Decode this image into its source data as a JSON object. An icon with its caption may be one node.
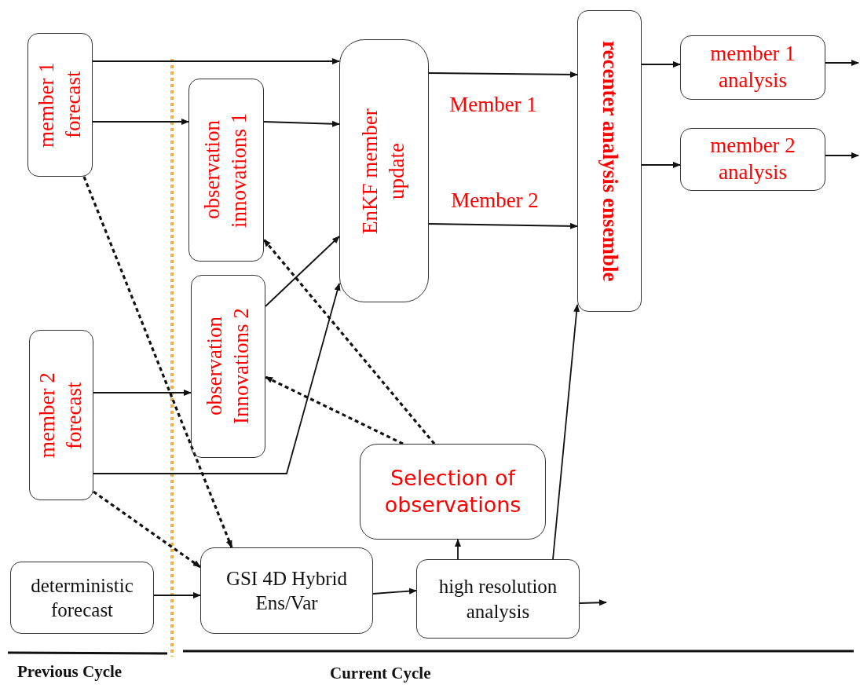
{
  "diagram": {
    "nodes": [
      {
        "text": [
          "member 1 forecast"
        ]
      },
      {
        "text": [
          "observation innovations 1"
        ]
      },
      {
        "text": [
          "EnKF member update"
        ]
      },
      {
        "text": [
          "recenter analysis ensemble"
        ]
      },
      {
        "text": [
          "member 1 analysis"
        ]
      },
      {
        "text": [
          "member 2 analysis"
        ]
      },
      {
        "text": [
          "member 2 forecast"
        ]
      },
      {
        "text": [
          "observation Innovations 2"
        ]
      },
      {
        "text": [
          "Selection of observations"
        ]
      },
      {
        "text": [
          "deterministic forecast"
        ]
      },
      {
        "text": [
          "GSI 4D Hybrid Ens/Var"
        ]
      },
      {
        "text": [
          "high resolution analysis"
        ]
      }
    ],
    "edges": [
      {
        "from": 0,
        "to": 2,
        "arrow": "to"
      },
      {
        "from": 0,
        "to": 1,
        "arrow": "to"
      },
      {
        "from": 1,
        "to": 2,
        "arrow": "to"
      },
      {
        "from": 7,
        "to": 2,
        "arrow": "to"
      },
      {
        "from": 6,
        "to": 2,
        "arrow": "to"
      },
      {
        "from": 6,
        "to": 7,
        "arrow": "to"
      },
      {
        "from": 2,
        "to": 3,
        "arrow": "to",
        "label": "Member 1"
      },
      {
        "from": 2,
        "to": 3,
        "arrow": "to",
        "label": "Member 2"
      },
      {
        "from": 3,
        "to": 4,
        "arrow": "to"
      },
      {
        "from": 3,
        "to": 5,
        "arrow": "to"
      },
      {
        "from": 4,
        "to": null,
        "arrow": "to"
      },
      {
        "from": 5,
        "to": null,
        "arrow": "to"
      },
      {
        "from": 0,
        "to": 10,
        "arrow": "to",
        "style": "dashed"
      },
      {
        "from": 6,
        "to": 10,
        "arrow": "to",
        "style": "dashed"
      },
      {
        "from": 8,
        "to": 1,
        "arrow": "to",
        "style": "dashed"
      },
      {
        "from": 8,
        "to": 7,
        "arrow": "to",
        "style": "dashed"
      },
      {
        "from": 9,
        "to": 10,
        "arrow": "to"
      },
      {
        "from": 10,
        "to": 11,
        "arrow": "to"
      },
      {
        "from": 11,
        "to": 8,
        "arrow": "to"
      },
      {
        "from": 11,
        "to": 3,
        "arrow": "to"
      },
      {
        "from": 11,
        "to": null,
        "arrow": "to"
      }
    ],
    "labels": [
      "Previous Cycle",
      "Current Cycle"
    ]
  }
}
